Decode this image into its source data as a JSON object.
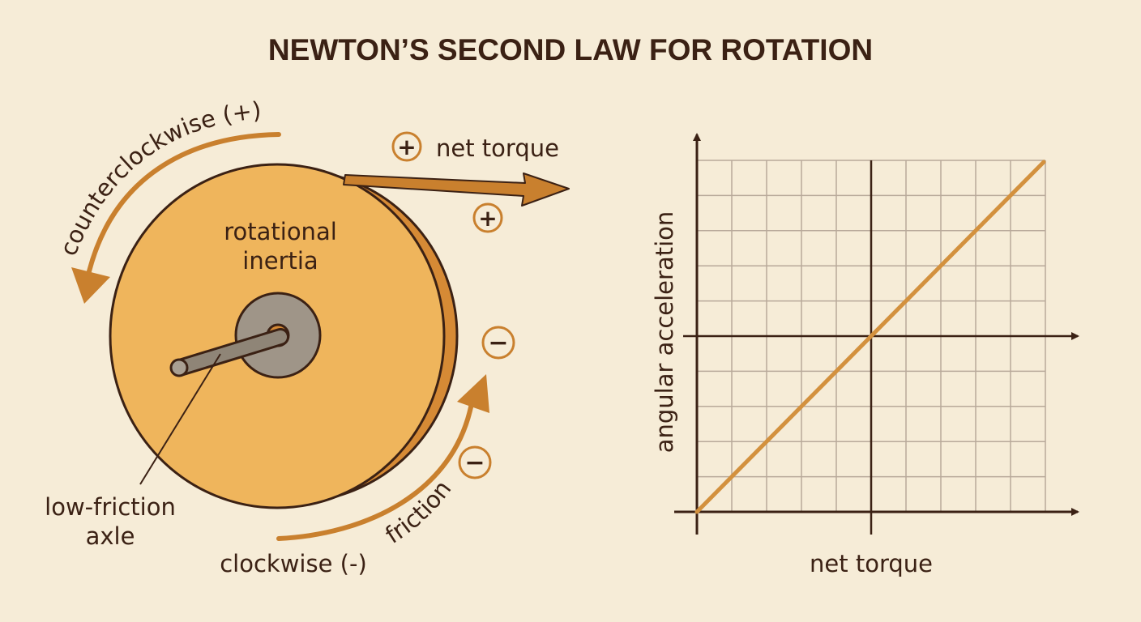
{
  "title": "NEWTON’S SECOND LAW FOR ROTATION",
  "wheel": {
    "center_label_line1": "rotational",
    "center_label_line2": "inertia",
    "axle_label_line1": "low-friction",
    "axle_label_line2": "axle"
  },
  "directions": {
    "counterclockwise": "counterclockwise (+)",
    "clockwise": "clockwise (-)"
  },
  "forces": {
    "net_torque": "net torque",
    "friction": "friction",
    "plus_sign": "+",
    "minus_sign": "−"
  },
  "graph": {
    "x_label": "net torque",
    "y_label": "angular acceleration",
    "relationship": "linear, proportional",
    "grid": true
  },
  "colors": {
    "background": "#f6ecd7",
    "wheel_face": "#efb55c",
    "wheel_rim": "#d68a35",
    "arrow": "#c9802e",
    "outline": "#3b2114",
    "grid_line": "#b8a99a",
    "hub": "#9f9588"
  }
}
